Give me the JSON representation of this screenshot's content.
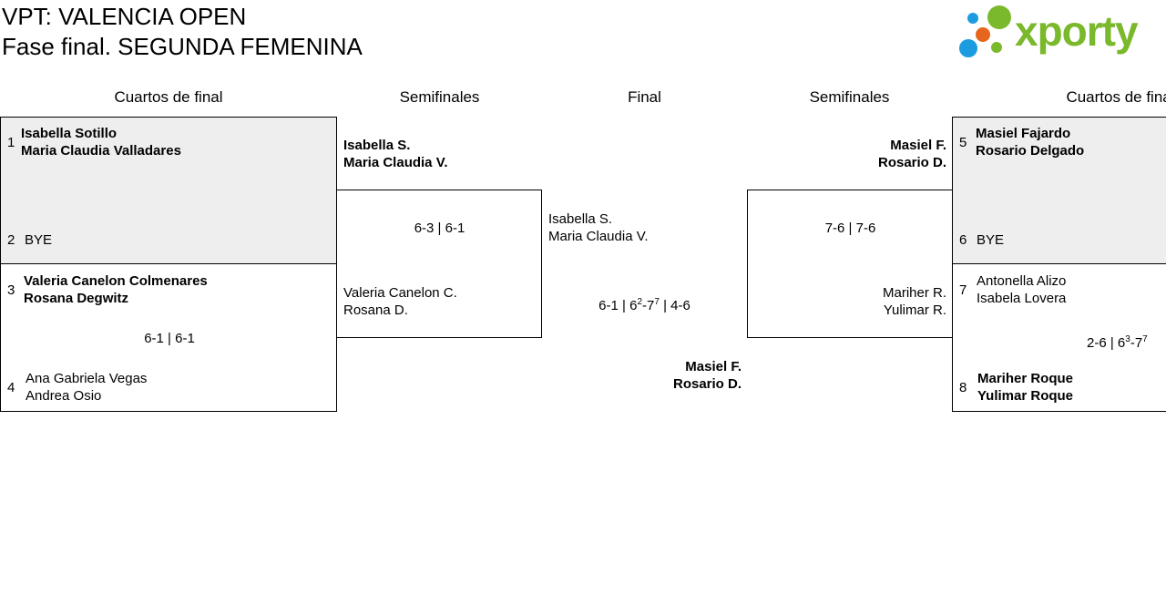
{
  "page": {
    "title_line1": "VPT: VALENCIA OPEN",
    "title_line2": "Fase final. SEGUNDA FEMENINA",
    "logo_text": "xporty",
    "brand_green": "#7ab82c",
    "brand_blue": "#1d9be0",
    "brand_orange": "#e5661c"
  },
  "headers": {
    "qf_left": "Cuartos de final",
    "sf_left": "Semifinales",
    "final": "Final",
    "sf_right": "Semifinales",
    "qf_right": "Cuartos de final"
  },
  "quarterfinals_left": {
    "m1": {
      "top": {
        "seed": "1",
        "p1": "Isabella Sotillo",
        "p2": "Maria Claudia Valladares"
      },
      "bottom": {
        "seed": "2",
        "p1": "BYE"
      }
    },
    "m2": {
      "top": {
        "seed": "3",
        "p1": "Valeria Canelon Colmenares",
        "p2": "Rosana Degwitz"
      },
      "score": "6-1 | 6-1",
      "bottom": {
        "seed": "4",
        "p1": "Ana Gabriela Vegas",
        "p2": "Andrea Osio"
      }
    }
  },
  "semifinal_left": {
    "top": {
      "p1": "Isabella S.",
      "p2": "Maria Claudia V."
    },
    "score": "6-3 | 6-1",
    "bottom": {
      "p1": "Valeria Canelon C.",
      "p2": "Rosana D."
    }
  },
  "final": {
    "top": {
      "p1": "Isabella S.",
      "p2": "Maria Claudia V."
    },
    "score": {
      "s1": "6-1 | 6",
      "s2_tb": "2",
      "s2_rest": "-7",
      "s2_tb2": "7",
      "s3": " | 4-6"
    },
    "bottom": {
      "p1": "Masiel F.",
      "p2": "Rosario D."
    }
  },
  "semifinal_right": {
    "top": {
      "p1": "Masiel F.",
      "p2": "Rosario D."
    },
    "score": "7-6 | 7-6",
    "bottom": {
      "p1": "Mariher R.",
      "p2": "Yulimar R."
    }
  },
  "quarterfinals_right": {
    "m1": {
      "top": {
        "seed": "5",
        "p1": "Masiel Fajardo",
        "p2": "Rosario Delgado"
      },
      "bottom": {
        "seed": "6",
        "p1": "BYE"
      }
    },
    "m2": {
      "top": {
        "seed": "7",
        "p1": "Antonella Alizo",
        "p2": "Isabela Lovera"
      },
      "score": {
        "s1": "2-6 | 6",
        "tb1": "3",
        "mid": "-7",
        "tb2": "7"
      },
      "bottom": {
        "seed": "8",
        "p1": "Mariher Roque",
        "p2": "Yulimar Roque"
      }
    }
  }
}
